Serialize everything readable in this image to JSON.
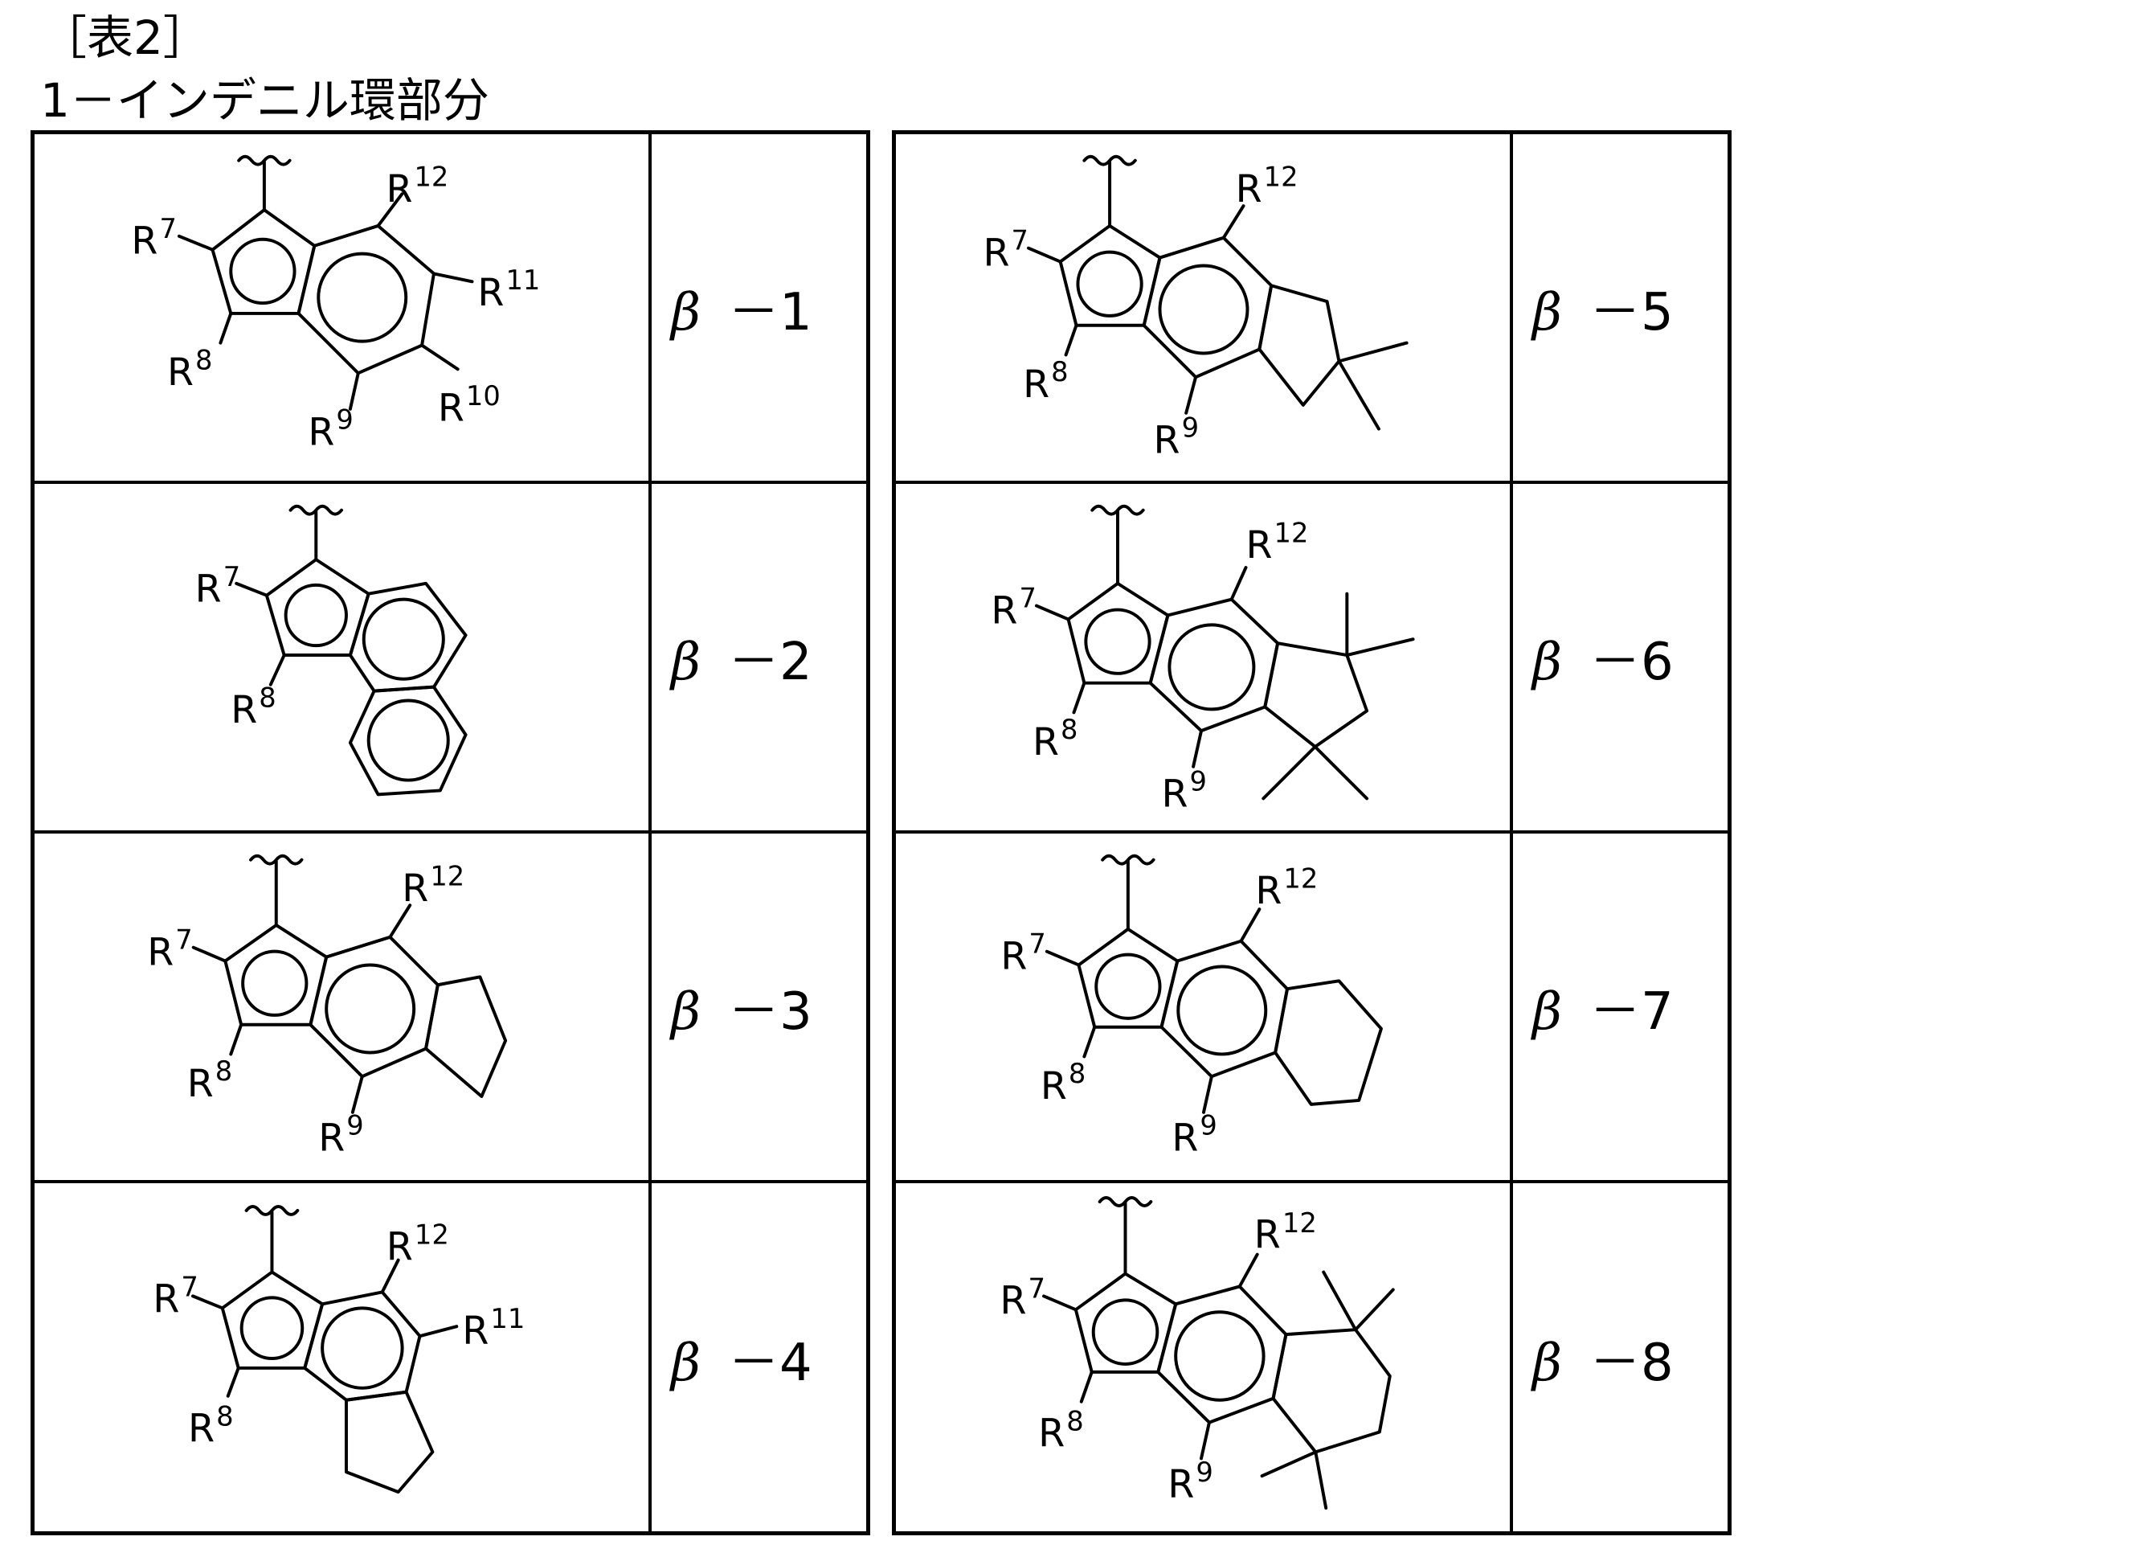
{
  "header": {
    "table_label": "［表2］",
    "caption": "1－インデニル環部分"
  },
  "rows": [
    {
      "label": "β－1",
      "substituents": {
        "r7": "R7",
        "r8": "R8",
        "r9": "R9",
        "r10": "R10",
        "r11": "R11",
        "r12": "R12"
      }
    },
    {
      "label": "β－2",
      "substituents": {
        "r7": "R7",
        "r8": "R8"
      }
    },
    {
      "label": "β－3",
      "substituents": {
        "r7": "R7",
        "r8": "R8",
        "r9": "R9",
        "r12": "R12"
      }
    },
    {
      "label": "β－4",
      "substituents": {
        "r7": "R7",
        "r8": "R8",
        "r11": "R11",
        "r12": "R12"
      }
    },
    {
      "label": "β－5",
      "substituents": {
        "r7": "R7",
        "r8": "R8",
        "r9": "R9",
        "r12": "R12"
      }
    },
    {
      "label": "β－6",
      "substituents": {
        "r7": "R7",
        "r8": "R8",
        "r9": "R9",
        "r12": "R12"
      }
    },
    {
      "label": "β－7",
      "substituents": {
        "r7": "R7",
        "r8": "R8",
        "r9": "R9",
        "r12": "R12"
      }
    },
    {
      "label": "β－8",
      "substituents": {
        "r7": "R7",
        "r8": "R8",
        "r9": "R9",
        "r12": "R12"
      }
    }
  ]
}
